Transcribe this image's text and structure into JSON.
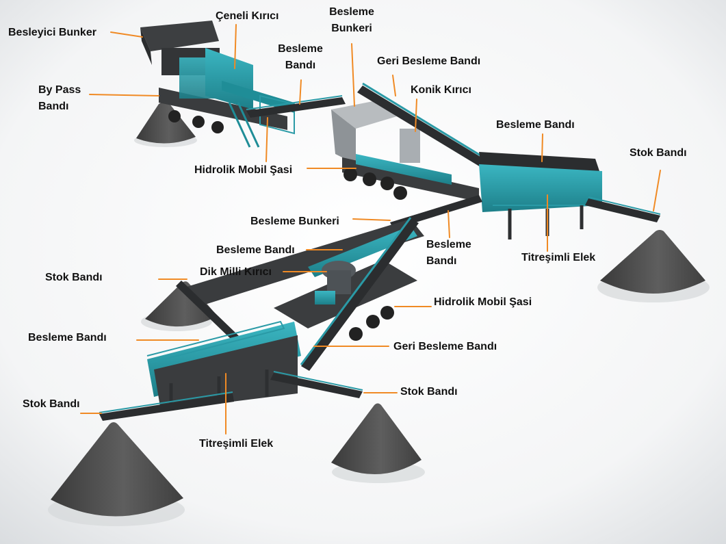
{
  "colors": {
    "accent": "#2a9aa6",
    "leader": "#f08a24",
    "pile": "#4b4b4b",
    "frame": "#2d2f31"
  },
  "labels": {
    "besleyici_bunker": "Besleyici Bunker",
    "ceneli_kirici": "Çeneli Kırıcı",
    "besleme_bunkeri_top_1": "Besleme",
    "besleme_bunkeri_top_2": "Bunkeri",
    "besleme_bandi_top_1": "Besleme",
    "besleme_bandi_top_2": "Bandı",
    "by_pass_1": "By Pass",
    "by_pass_2": "Bandı",
    "geri_besleme_top": "Geri Besleme Bandı",
    "konik_kirici": "Konik Kırıcı",
    "besleme_bandi_right": "Besleme Bandı",
    "stok_bandi_right": "Stok Bandı",
    "hidrolik_top": "Hidrolik Mobil Şasi",
    "besleme_bunkeri_mid": "Besleme Bunkeri",
    "besleme_bandi_mid": "Besleme Bandı",
    "besleme_bandi_c_1": "Besleme",
    "besleme_bandi_c_2": "Bandı",
    "titresimli_elek_right": "Titreşimli Elek",
    "dik_milli": "Dik Milli Kırıcı",
    "stok_bandi_left": "Stok Bandı",
    "hidrolik_bottom": "Hidrolik Mobil Şasi",
    "besleme_bandi_left": "Besleme Bandı",
    "geri_besleme_bottom": "Geri Besleme Bandı",
    "stok_bandi_bottom_left": "Stok Bandı",
    "stok_bandi_bottom_right": "Stok Bandı",
    "titresimli_elek_bottom": "Titreşimli Elek"
  }
}
